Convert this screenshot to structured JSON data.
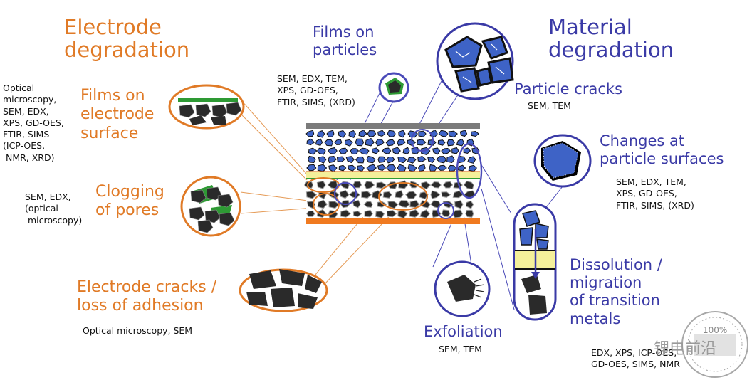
{
  "colors": {
    "orange": "#E07A26",
    "blue": "#3A3AA6",
    "particle_blue": "#3E63C6",
    "particle_dark": "#2A2A2A",
    "film_green": "#2E9A34",
    "separator_yellow": "#F4F09A",
    "collector_gray": "#7B7B7B",
    "collector_orange": "#F07A20"
  },
  "headers": {
    "electrode": "Electrode\ndegradation",
    "material": "Material\ndegradation"
  },
  "electrode": {
    "films_on_surface": {
      "title": "Films on\nelectrode\nsurface",
      "methods": "Optical\nmicroscopy,\nSEM, EDX,\nXPS, GD-OES,\nFTIR, SIMS\n(ICP-OES,\n NMR, XRD)"
    },
    "clogging": {
      "title": "Clogging\nof pores",
      "methods": "SEM, EDX,\n(optical\n microscopy)"
    },
    "cracks": {
      "title": "Electrode cracks /\nloss of adhesion",
      "methods": "Optical microscopy, SEM"
    }
  },
  "material": {
    "films_on_particles": {
      "title": "Films on\nparticles",
      "methods": "SEM, EDX, TEM,\nXPS, GD-OES,\nFTIR, SIMS, (XRD)"
    },
    "particle_cracks": {
      "title": "Particle cracks",
      "methods": "SEM, TEM"
    },
    "surface_changes": {
      "title": "Changes at\nparticle surfaces",
      "methods": "SEM, EDX, TEM,\nXPS, GD-OES,\nFTIR, SIMS, (XRD)"
    },
    "dissolution": {
      "title": "Dissolution /\nmigration\nof transition\nmetals",
      "methods": "EDX, XPS, ICP-OES,\nGD-OES, SIMS, NMR"
    },
    "exfoliation": {
      "title": "Exfoliation",
      "methods": "SEM, TEM"
    }
  },
  "watermark": {
    "stamp": "100%",
    "brand": "锂电前沿"
  }
}
